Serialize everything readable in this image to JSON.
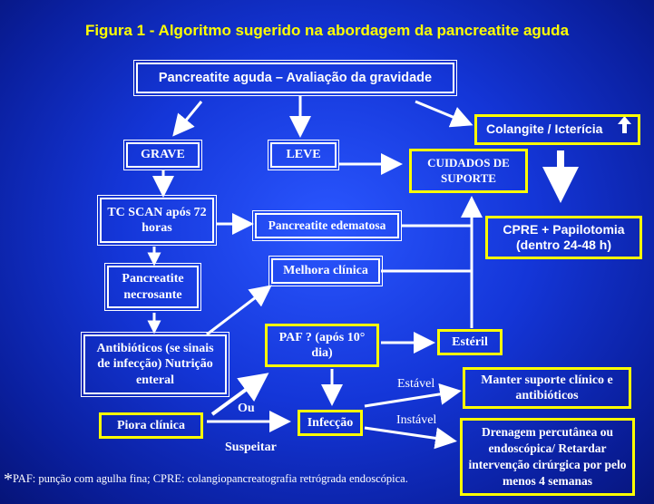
{
  "title": "Figura 1 - Algoritmo sugerido na abordagem da pancreatite aguda",
  "nodes": {
    "start": "Pancreatite aguda – Avaliação da gravidade",
    "colangite": "Colangite / Icterícia",
    "grave": "GRAVE",
    "leve": "LEVE",
    "cuidados": "CUIDADOS DE SUPORTE",
    "tc_scan": "TC SCAN após 72 horas",
    "edematosa": "Pancreatite edematosa",
    "cpre": "CPRE + Papilotomia (dentro 24-48 h)",
    "necrosante": "Pancreatite necrosante",
    "melhora": "Melhora clínica",
    "antibioticos": "Antibióticos (se sinais de infecção) Nutrição enteral",
    "paf": "PAF ? (após 10° dia)",
    "esteril": "Estéril",
    "manter": "Manter suporte clínico e antibióticos",
    "piora": "Piora clínica",
    "infeccao": "Infecção",
    "drenagem": "Drenagem percutânea ou endoscópica/ Retardar intervenção cirúrgica por pelo menos 4 semanas"
  },
  "edge_labels": {
    "ou": "Ou",
    "suspeitar": "Suspeitar",
    "estavel": "Estável",
    "instavel": "Instável"
  },
  "footnote": "PAF: punção com agulha fina; CPRE: colangiopancreatografia retrógrada endoscópica.",
  "colors": {
    "background": "#1436d8",
    "title": "#ffff00",
    "box_border_yellow": "#ffff00",
    "text": "#ffffff"
  }
}
